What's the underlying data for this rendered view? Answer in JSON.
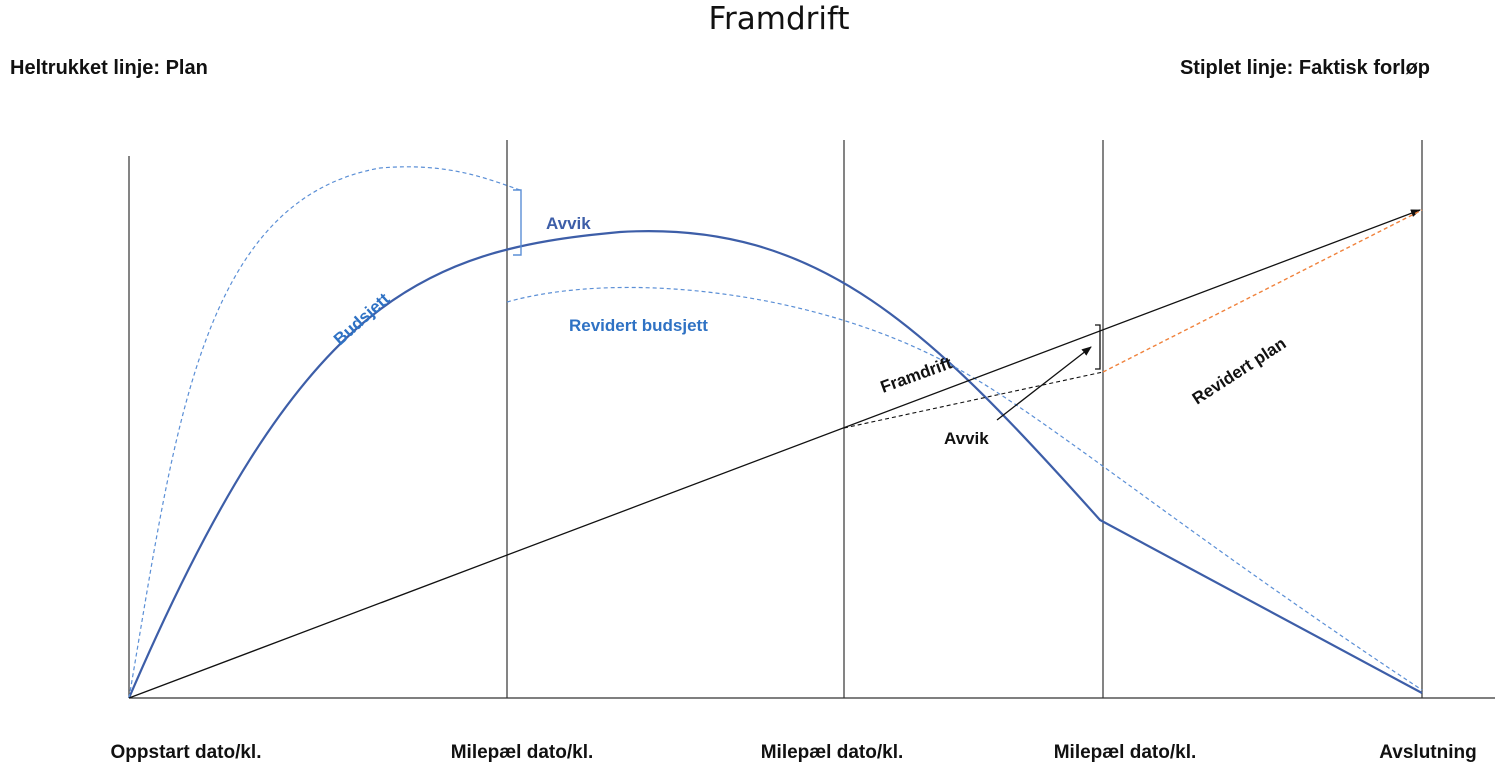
{
  "title": "Framdrift",
  "legend": {
    "solid": "Heltrukket linje: Plan",
    "dashed": "Stiplet linje: Faktisk forløp"
  },
  "axis_labels": {
    "start": "Oppstart dato/kl.",
    "milestone1": "Milepæl dato/kl.",
    "milestone2": "Milepæl dato/kl.",
    "milestone3": "Milepæl dato/kl.",
    "end": "Avslutning"
  },
  "curve_labels": {
    "budget": "Budsjett",
    "deviation_budget": "Avvik",
    "revised_budget": "Revidert budsjett",
    "progress": "Framdrift",
    "deviation_progress": "Avvik",
    "revised_plan": "Revidert plan"
  },
  "colors": {
    "plan_curve": "#3d5ea8",
    "actual_curve": "#5b8fd6",
    "budget_label": "#2f72c4",
    "revised_plan_line": "#f0823c",
    "lines": "#111111"
  }
}
